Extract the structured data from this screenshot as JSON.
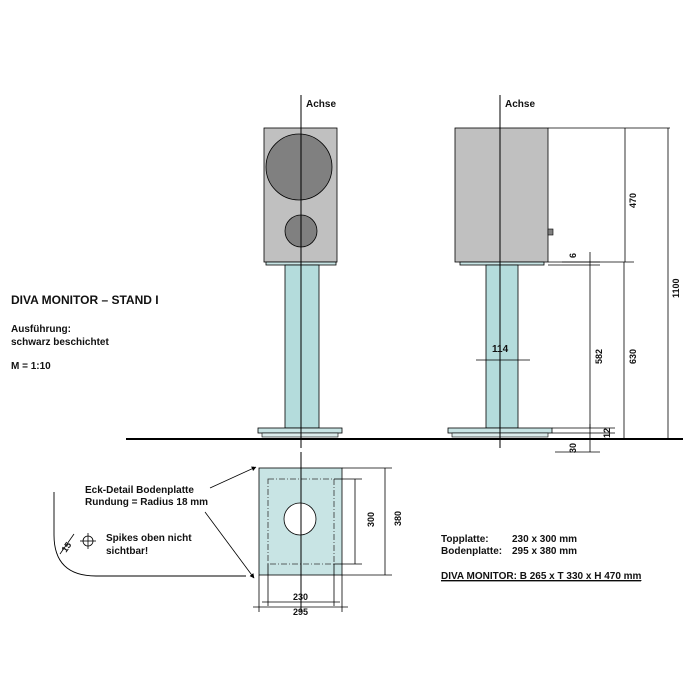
{
  "title": "DIVA MONITOR – STAND I",
  "finish_label": "Ausführung:",
  "finish_value": "schwarz beschichtet",
  "scale": "M = 1:10",
  "axis_label_front": "Achse",
  "axis_label_side": "Achse",
  "dimensions": {
    "monitor_height": "470",
    "total_height": "1100",
    "gap": "6",
    "column_height": "582",
    "stand_height": "630",
    "baseplate_thickness": "12",
    "floor_offset": "30",
    "column_width": "114",
    "top_plate_depth": "300",
    "base_plate_depth": "380",
    "top_plate_width": "230",
    "base_plate_width": "295",
    "corner_radius": "15"
  },
  "corner_detail": {
    "title_line1": "Eck-Detail Bodenplatte",
    "title_line2": "Rundung = Radius 18 mm",
    "note_line1": "Spikes oben nicht",
    "note_line2": "sichtbar!"
  },
  "specs": {
    "top_plate_label": "Topplatte:",
    "top_plate_value": "230 x 300 mm",
    "base_plate_label": "Bodenplatte:",
    "base_plate_value": "295 x 380 mm",
    "monitor_line": "DIVA MONITOR: B 265 x T 330 x H 470 mm"
  },
  "colors": {
    "cabinet": "#c0c0c0",
    "driver": "#808080",
    "column": "#b4dcdc",
    "plate": "#c8e4e4",
    "floor": "#000000"
  }
}
